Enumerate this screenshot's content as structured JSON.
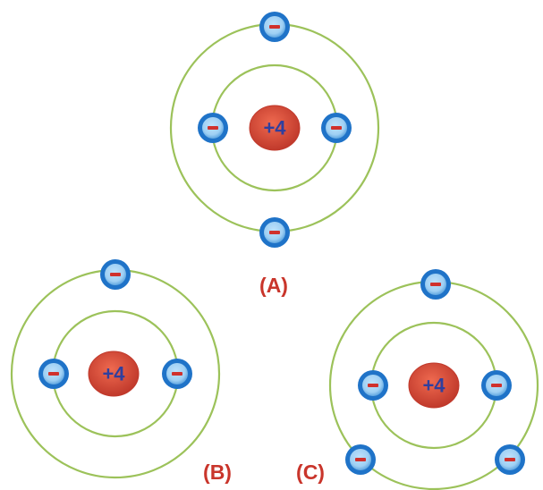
{
  "colors": {
    "orbit": "#9cc25a",
    "nucleus_outer": "#c0392b",
    "nucleus_inner": "#ef6a50",
    "nucleus_text": "#2f3f9e",
    "electron_outer": "#1f73c8",
    "electron_inner": "#9fd0f4",
    "electron_minus": "#d0312d",
    "label": "#c9352b"
  },
  "atoms": [
    {
      "label": "(A)",
      "nucleus_charge": "+4",
      "electron_count": 4,
      "inner_shell_electrons": 2,
      "outer_shell_electrons": 2
    },
    {
      "label": "(B)",
      "nucleus_charge": "+4",
      "electron_count": 3,
      "inner_shell_electrons": 2,
      "outer_shell_electrons": 1
    },
    {
      "label": "(C)",
      "nucleus_charge": "+4",
      "electron_count": 5,
      "inner_shell_electrons": 2,
      "outer_shell_electrons": 3
    }
  ]
}
